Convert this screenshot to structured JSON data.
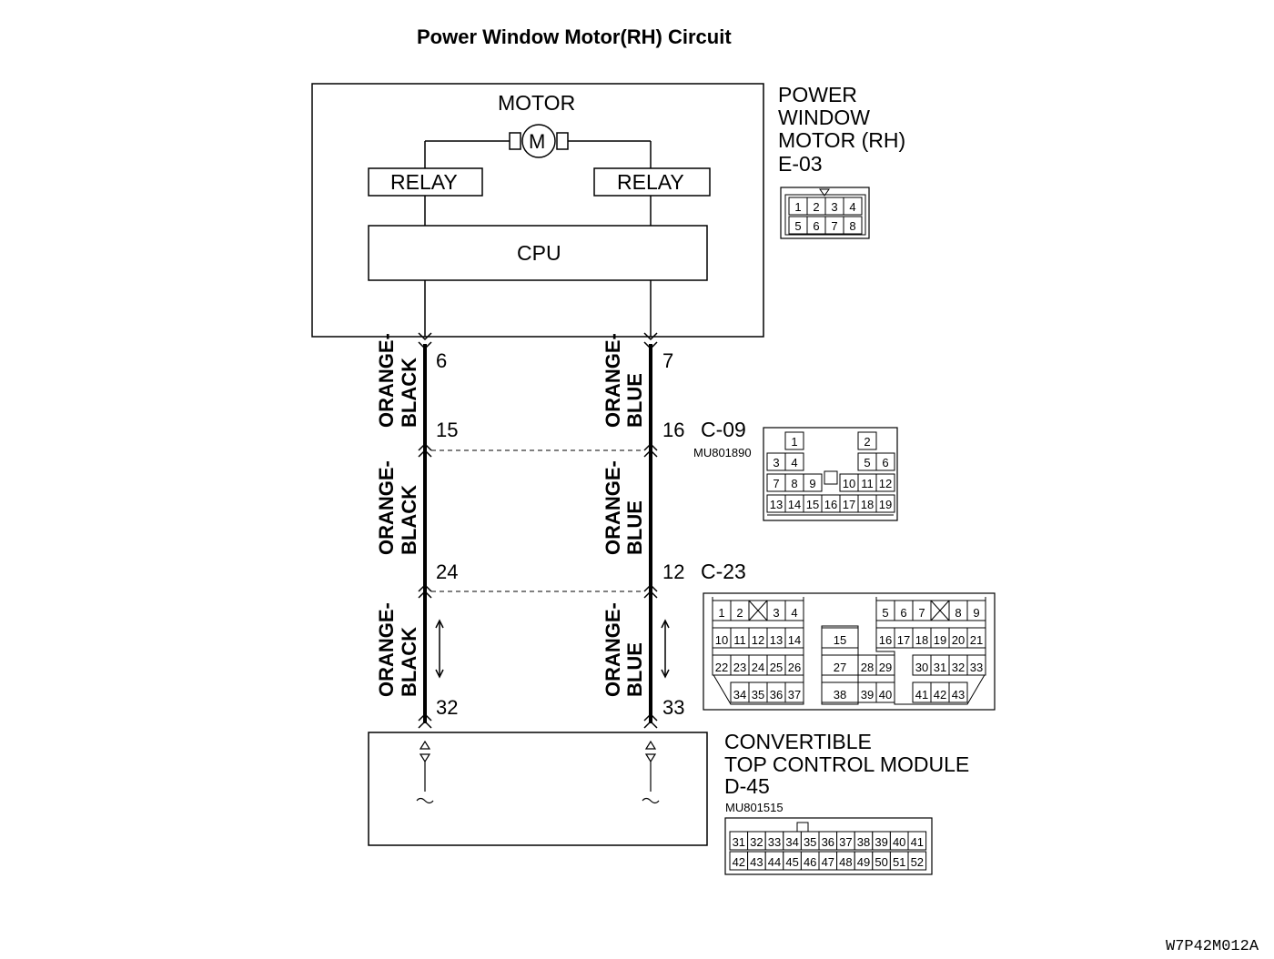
{
  "title": "Power Window Motor(RH) Circuit",
  "blocks": {
    "motor": "MOTOR",
    "relay_left": "RELAY",
    "relay_right": "RELAY",
    "cpu": "CPU"
  },
  "components": {
    "motor_module": {
      "name_lines": [
        "POWER",
        "WINDOW",
        "MOTOR (RH)"
      ],
      "code": "E-03",
      "pins": [
        "1",
        "2",
        "3",
        "4",
        "5",
        "6",
        "7",
        "8"
      ]
    },
    "junction_c09": {
      "code": "C-09",
      "part_no": "MU801890",
      "pins": [
        "1",
        "2",
        "3",
        "4",
        "5",
        "6",
        "7",
        "8",
        "9",
        "10",
        "11",
        "12",
        "13",
        "14",
        "15",
        "16",
        "17",
        "18",
        "19"
      ]
    },
    "junction_c23": {
      "code": "C-23",
      "pins": [
        "1",
        "2",
        "3",
        "4",
        "5",
        "6",
        "7",
        "8",
        "9",
        "10",
        "11",
        "12",
        "13",
        "14",
        "15",
        "16",
        "17",
        "18",
        "19",
        "20",
        "21",
        "22",
        "23",
        "24",
        "25",
        "26",
        "27",
        "28",
        "29",
        "30",
        "31",
        "32",
        "33",
        "34",
        "35",
        "36",
        "37",
        "38",
        "39",
        "40",
        "41",
        "42",
        "43"
      ]
    },
    "top_module": {
      "name_lines": [
        "CONVERTIBLE",
        "TOP CONTROL MODULE"
      ],
      "code": "D-45",
      "part_no": "MU801515",
      "pins": [
        "31",
        "32",
        "33",
        "34",
        "35",
        "36",
        "37",
        "38",
        "39",
        "40",
        "41",
        "42",
        "43",
        "44",
        "45",
        "46",
        "47",
        "48",
        "49",
        "50",
        "51",
        "52"
      ]
    }
  },
  "wires": {
    "left": {
      "colors": [
        "ORANGE-\nBLACK",
        "ORANGE-\nBLACK",
        "ORANGE-\nBLACK"
      ],
      "color_top": "ORANGE-",
      "color_bottom": "BLACK",
      "pins": [
        "6",
        "15",
        "24",
        "32"
      ]
    },
    "right": {
      "color_top": "ORANGE-",
      "color_bottom": "BLUE",
      "pins": [
        "7",
        "16",
        "12",
        "33"
      ]
    }
  },
  "figure_code": "W7P42M012A"
}
